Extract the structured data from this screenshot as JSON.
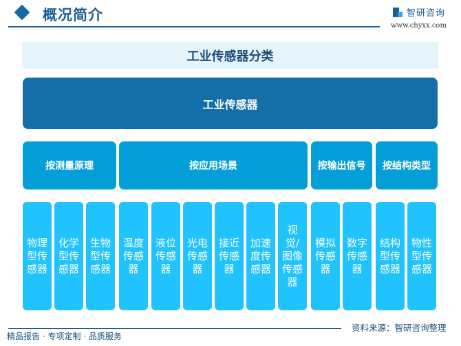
{
  "header": {
    "title": "概况简介",
    "brand_name": "智研咨询",
    "brand_url": "www.chyxx.com"
  },
  "diagram": {
    "title": "工业传感器分类",
    "root": "工业传感器",
    "groups": [
      {
        "label": "按测量原理",
        "children": [
          "物理型传感器",
          "化学型传感器",
          "生物型传感器"
        ]
      },
      {
        "label": "按应用场景",
        "children": [
          "温度传感器",
          "液位传感器",
          "光电传感器",
          "接近传感器",
          "加速度传感器",
          "视觉/图像传感器"
        ]
      },
      {
        "label": "按输出信号",
        "children": [
          "模拟传感器",
          "数字传感器"
        ]
      },
      {
        "label": "按结构类型",
        "children": [
          "结构型传感器",
          "物性型传感器"
        ]
      }
    ],
    "leaves": [
      "物理型传感器",
      "化学型传感器",
      "生物型传感器",
      "温度传感器",
      "液位传感器",
      "光电传感器",
      "接近传感器",
      "加速度传感器",
      "视觉/图像传感器",
      "模拟传感器",
      "数字传感器",
      "结构型传感器",
      "物性型传感器"
    ],
    "colors": {
      "root": "#146ea8",
      "group": "#049fd9",
      "leaf": "#20c3fd",
      "title_bg": "#e6f4fc"
    }
  },
  "footer": {
    "slogan": "精品报告 · 专项定制 · 品质服务",
    "source": "资料来源：智研咨询整理"
  }
}
